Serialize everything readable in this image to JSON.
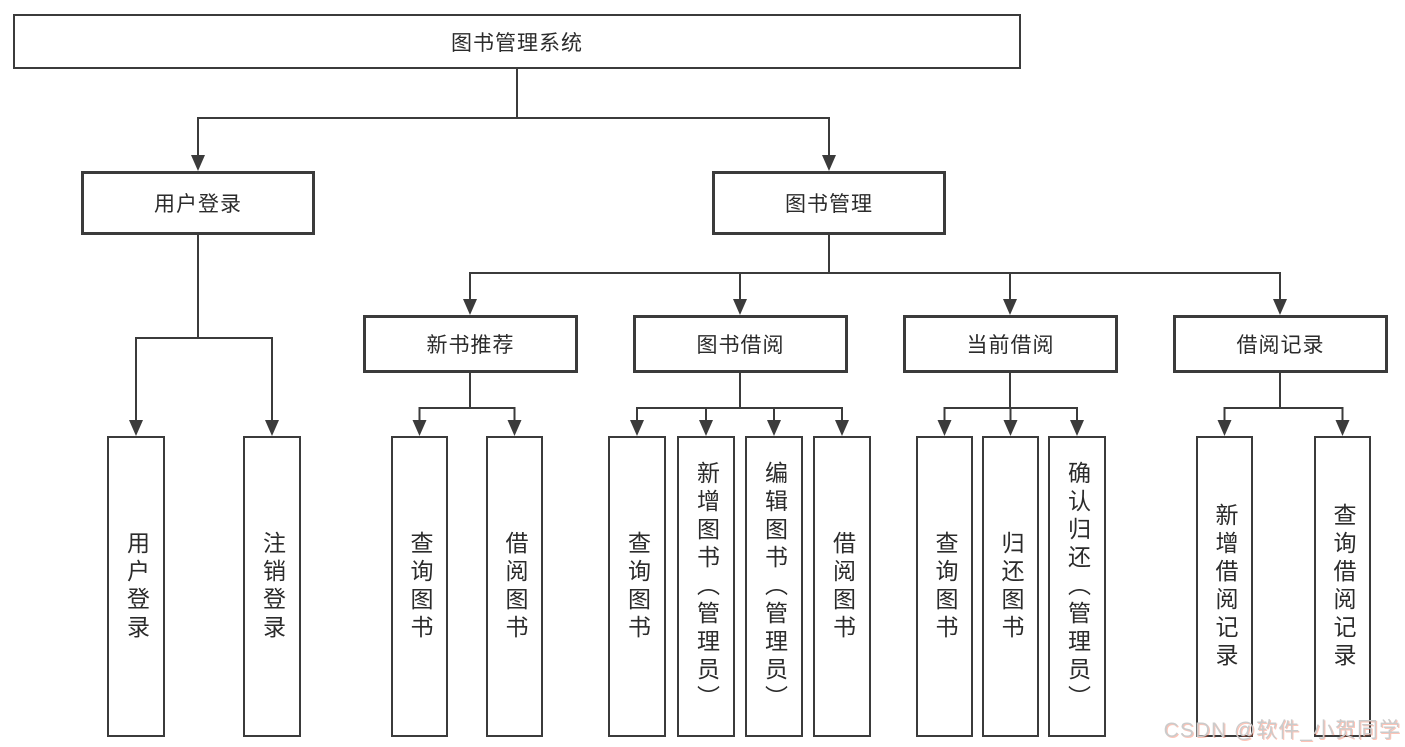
{
  "diagram": {
    "root": {
      "label": "图书管理系统"
    },
    "level2": [
      {
        "label": "用户登录",
        "children": [
          {
            "label": "用户登录"
          },
          {
            "label": "注销登录"
          }
        ]
      },
      {
        "label": "图书管理"
      }
    ],
    "level3": [
      {
        "label": "新书推荐",
        "children": [
          {
            "label": "查询图书"
          },
          {
            "label": "借阅图书"
          }
        ]
      },
      {
        "label": "图书借阅",
        "children": [
          {
            "label": "查询图书"
          },
          {
            "label": "新增图书（管理员）"
          },
          {
            "label": "编辑图书（管理员）"
          },
          {
            "label": "借阅图书"
          }
        ]
      },
      {
        "label": "当前借阅",
        "children": [
          {
            "label": "查询图书"
          },
          {
            "label": "归还图书"
          },
          {
            "label": "确认归还（管理员）"
          }
        ]
      },
      {
        "label": "借阅记录",
        "children": [
          {
            "label": "新增借阅记录"
          },
          {
            "label": "查询借阅记录"
          }
        ]
      }
    ]
  },
  "watermark": {
    "text": "CSDN @软件_小贺同学"
  },
  "colors": {
    "line": "#3b3b3b",
    "box_border": "#3b3b3b",
    "text": "#2b2b2b",
    "background": "#ffffff",
    "watermark_gray": "#cbcbcb",
    "watermark_red_tint": "#fc5531"
  }
}
